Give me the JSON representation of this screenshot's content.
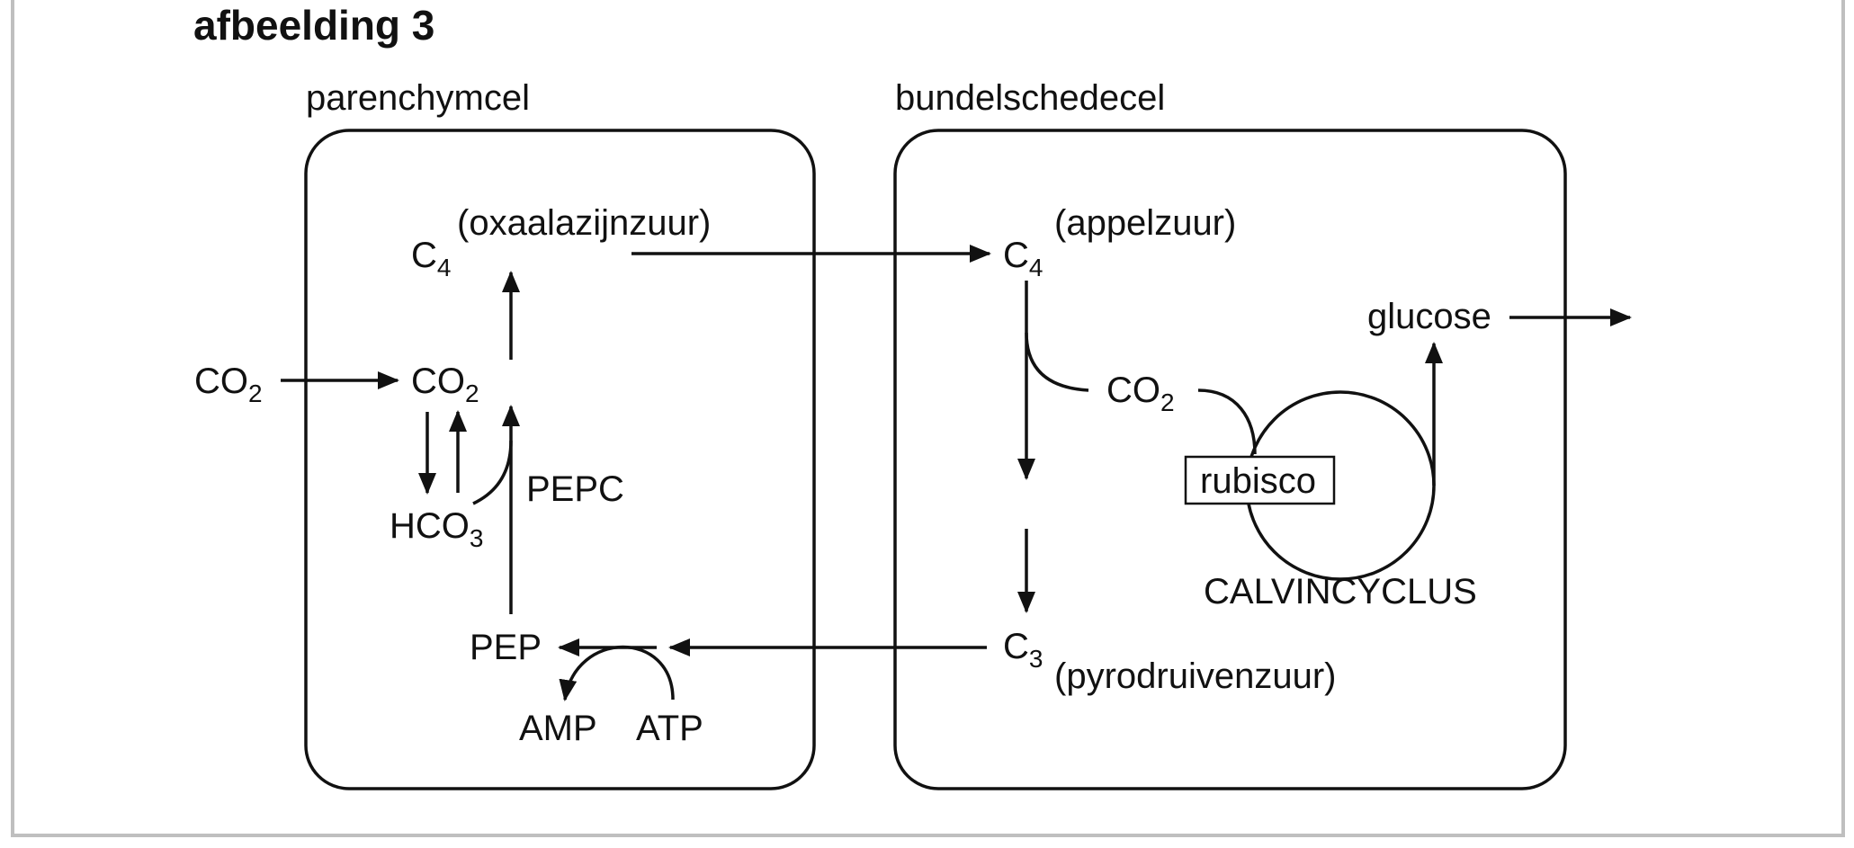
{
  "figure": {
    "title": "afbeelding 3",
    "cells": {
      "parenchyma": "parenchymcel",
      "bundle_sheath": "bundelschedecel"
    },
    "parenchyma": {
      "co2_outside": "CO",
      "co2_outside_sub": "2",
      "co2": "CO",
      "co2_sub": "2",
      "hco3": "HCO",
      "hco3_sub": "3",
      "c4": "C",
      "c4_sub": "4",
      "c4_name": "(oxaalazijnzuur)",
      "pepc": "PEPC",
      "pep": "PEP",
      "amp": "AMP",
      "atp": "ATP"
    },
    "bundle": {
      "c4": "C",
      "c4_sub": "4",
      "c4_name": "(appelzuur)",
      "co2": "CO",
      "co2_sub": "2",
      "rubisco": "rubisco",
      "calvin": "CALVINCYCLUS",
      "glucose": "glucose",
      "c3": "C",
      "c3_sub": "3",
      "c3_name": "(pyrodruivenzuur)"
    }
  },
  "colors": {
    "ink": "#111111",
    "frame": "#bfbfbf",
    "background": "#ffffff"
  }
}
